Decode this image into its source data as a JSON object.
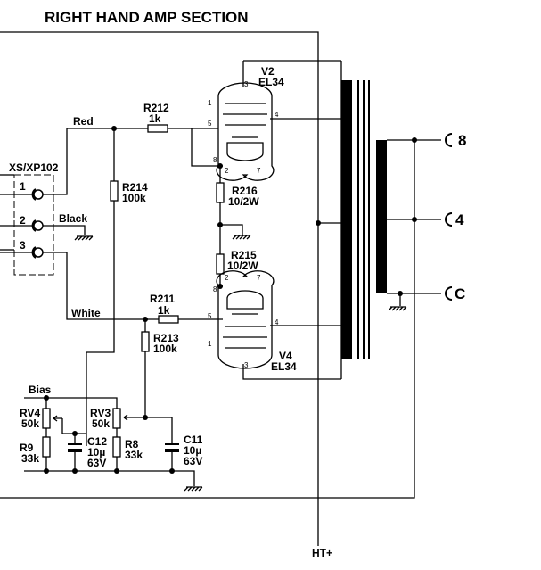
{
  "title": "RIGHT HAND AMP SECTION",
  "connector": {
    "name": "XS/XP102",
    "pins": [
      "1",
      "2",
      "3"
    ]
  },
  "wires": {
    "red": "Red",
    "black": "Black",
    "white": "White",
    "bias": "Bias"
  },
  "valves": [
    {
      "ref": "V2",
      "type": "EL34",
      "pins": [
        "1",
        "3",
        "4",
        "5",
        "8",
        "2",
        "7"
      ]
    },
    {
      "ref": "V4",
      "type": "EL34",
      "pins": [
        "8",
        "2",
        "7",
        "5",
        "4",
        "1",
        "3"
      ]
    }
  ],
  "components": {
    "R212": {
      "ref": "R212",
      "value": "1k"
    },
    "R214": {
      "ref": "R214",
      "value": "100k"
    },
    "R216": {
      "ref": "R216",
      "value": "10/2W"
    },
    "R215": {
      "ref": "R215",
      "value": "10/2W"
    },
    "R211": {
      "ref": "R211",
      "value": "1k"
    },
    "R213": {
      "ref": "R213",
      "value": "100k"
    },
    "RV4": {
      "ref": "RV4",
      "value": "50k"
    },
    "RV3": {
      "ref": "RV3",
      "value": "50k"
    },
    "R9": {
      "ref": "R9",
      "value": "33k"
    },
    "R8": {
      "ref": "R8",
      "value": "33k"
    },
    "C12": {
      "ref": "C12",
      "v1": "10µ",
      "v2": "63V"
    },
    "C11": {
      "ref": "C11",
      "v1": "10µ",
      "v2": "63V"
    }
  },
  "outputs": {
    "tap_8": "8",
    "tap_4": "4",
    "tap_com": "C",
    "ht": "HT+"
  }
}
